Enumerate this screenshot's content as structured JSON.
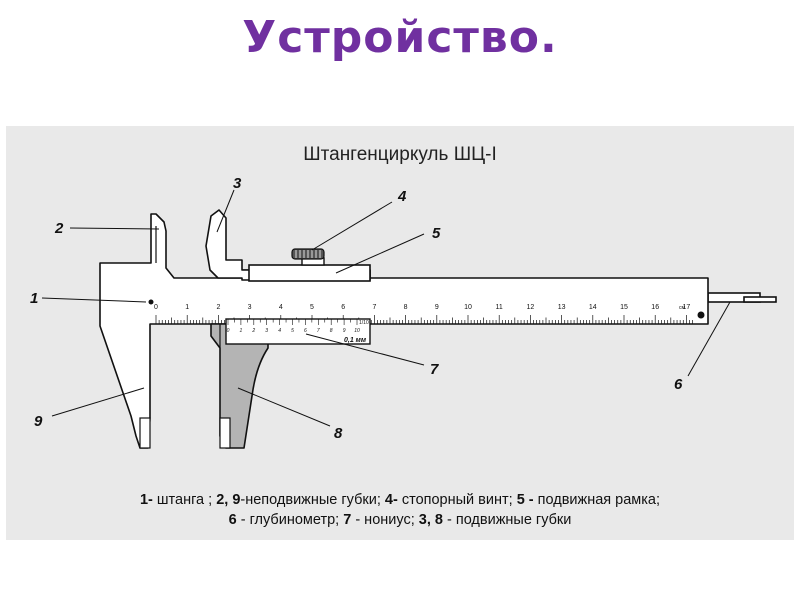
{
  "slide": {
    "title": "Устройство."
  },
  "diagram": {
    "heading": "Штангенциркуль ШЦ-I",
    "part_numbers": [
      "1",
      "2",
      "3",
      "4",
      "5",
      "6",
      "7",
      "8",
      "9"
    ],
    "scale_labels": [
      "0",
      "1",
      "2",
      "3",
      "4",
      "5",
      "6",
      "7",
      "8",
      "9",
      "10",
      "11",
      "12",
      "13",
      "14",
      "15",
      "16",
      "17"
    ],
    "scale_unit": "см",
    "vernier_digits": [
      "0",
      "1",
      "2",
      "3",
      "4",
      "5",
      "6",
      "7",
      "8",
      "9",
      "10"
    ],
    "vernier_fraction": "1/10",
    "vernier_reading": "0,1 мм",
    "caption": {
      "line1": [
        {
          "text": "1-",
          "bold": true
        },
        {
          "text": " штанга ; ",
          "bold": false
        },
        {
          "text": "2, 9",
          "bold": true
        },
        {
          "text": "-неподвижные губки; ",
          "bold": false
        },
        {
          "text": "4-",
          "bold": true
        },
        {
          "text": " стопорный винт; ",
          "bold": false
        },
        {
          "text": "5 -",
          "bold": true
        },
        {
          "text": " подвижная рамка;",
          "bold": false
        }
      ],
      "line2": [
        {
          "text": "6",
          "bold": true
        },
        {
          "text": " - глубинометр; ",
          "bold": false
        },
        {
          "text": "7",
          "bold": true
        },
        {
          "text": " - нониус; ",
          "bold": false
        },
        {
          "text": "3, 8",
          "bold": true
        },
        {
          "text": " - подвижные губки",
          "bold": false
        }
      ]
    }
  },
  "colors": {
    "title": "#7030a0",
    "panel": "#e9e9e9",
    "stroke": "#111111",
    "jaw_shade": "#b4b4b4",
    "body": "#ffffff"
  }
}
